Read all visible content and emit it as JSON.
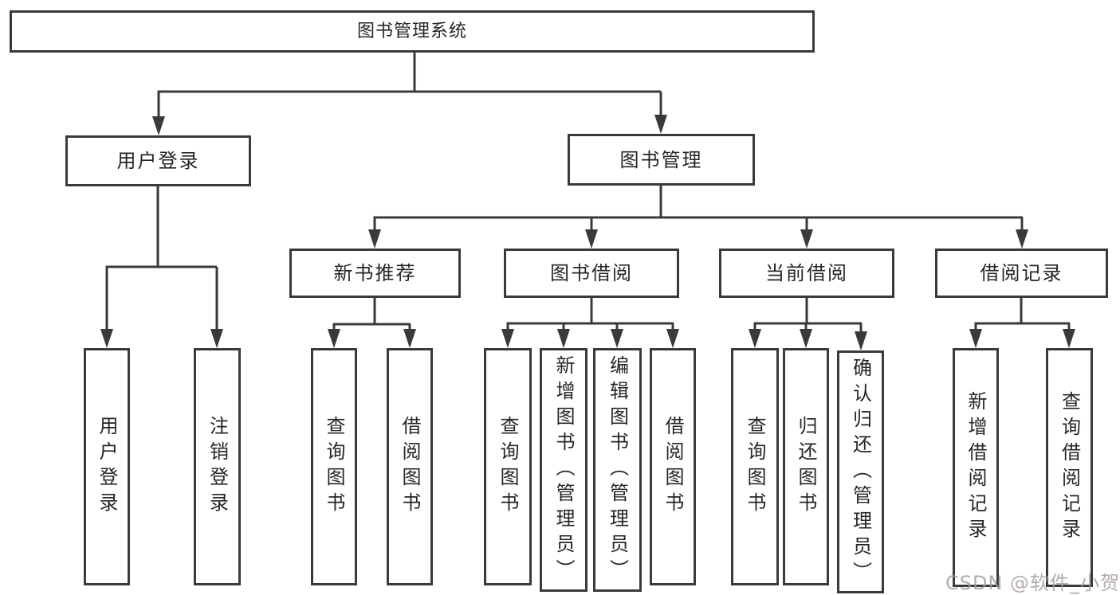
{
  "tree": {
    "root": {
      "label": "图书管理系统",
      "children": [
        {
          "label": "用户登录",
          "children": [
            {
              "label": "用户登录"
            },
            {
              "label": "注销登录"
            }
          ]
        },
        {
          "label": "图书管理",
          "children": [
            {
              "label": "新书推荐",
              "children": [
                {
                  "label": "查询图书"
                },
                {
                  "label": "借阅图书"
                }
              ]
            },
            {
              "label": "图书借阅",
              "children": [
                {
                  "label": "查询图书"
                },
                {
                  "label": "新增图书（管理员）"
                },
                {
                  "label": "编辑图书（管理员）"
                },
                {
                  "label": "借阅图书"
                }
              ]
            },
            {
              "label": "当前借阅",
              "children": [
                {
                  "label": "查询图书"
                },
                {
                  "label": "归还图书"
                },
                {
                  "label": "确认归还（管理员）"
                }
              ]
            },
            {
              "label": "借阅记录",
              "children": [
                {
                  "label": "新增借阅记录"
                },
                {
                  "label": "查询借阅记录"
                }
              ]
            }
          ]
        }
      ]
    }
  },
  "watermark": {
    "text": "CSDN @软件_小贺同学"
  },
  "colors": {
    "line": "#3a3a3a",
    "box_border": "#3a3a3a",
    "text": "#262626",
    "background": "#ffffff",
    "watermark": "#a89e9e"
  }
}
